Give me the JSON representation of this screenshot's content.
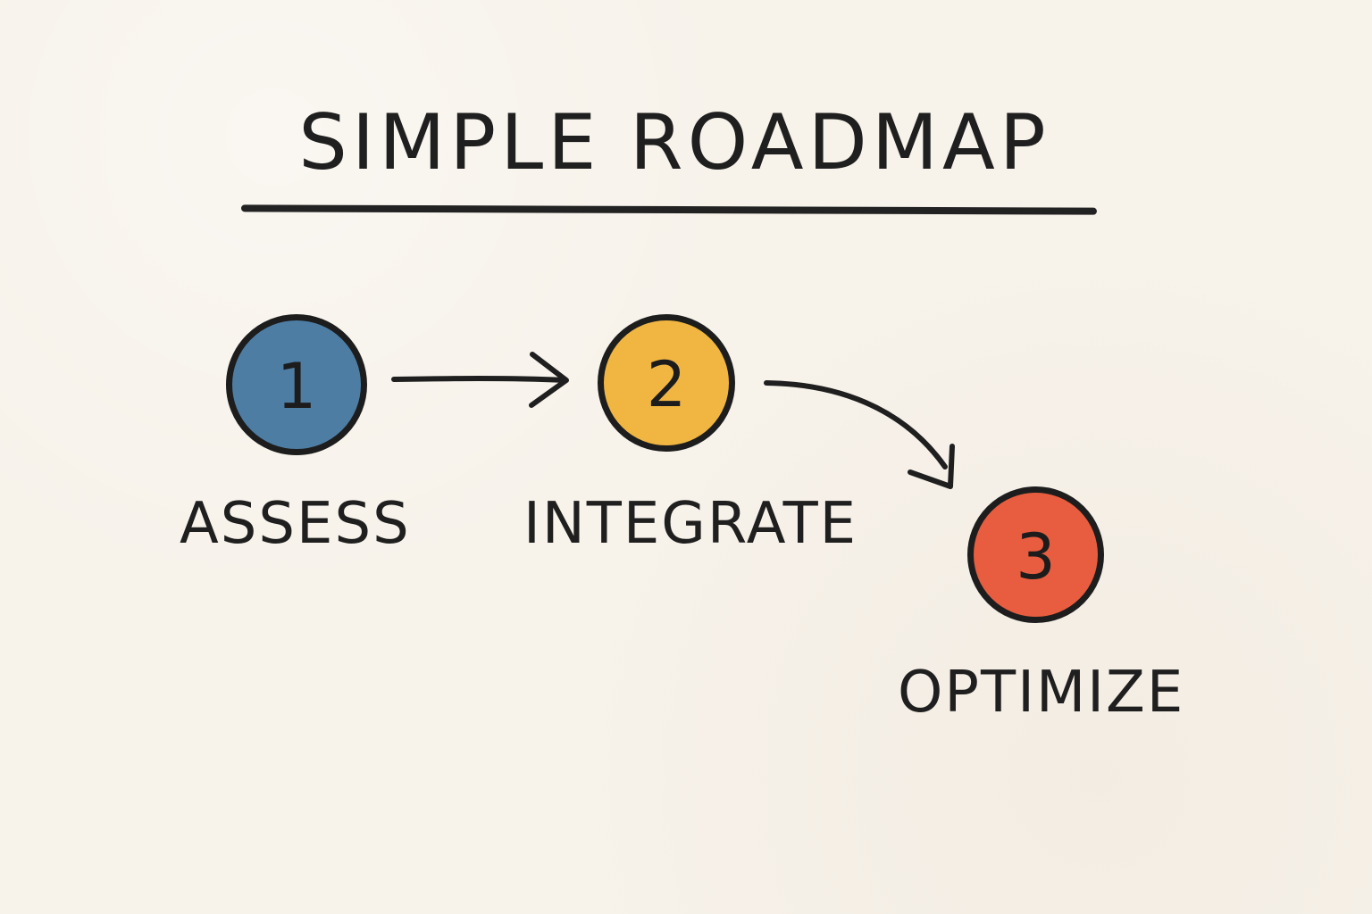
{
  "title": "SIMPLE ROADMAP",
  "steps": [
    {
      "number": "1",
      "label": "ASSESS",
      "color": "#4e7da4"
    },
    {
      "number": "2",
      "label": "INTEGRATE",
      "color": "#f1b642"
    },
    {
      "number": "3",
      "label": "OPTIMIZE",
      "color": "#e85d3f"
    }
  ],
  "connectors": [
    {
      "from": "1",
      "to": "2",
      "shape": "straight-arrow"
    },
    {
      "from": "2",
      "to": "3",
      "shape": "curved-arrow"
    }
  ],
  "colors": {
    "background": "#f7f2ea",
    "ink": "#1f1f1f"
  }
}
